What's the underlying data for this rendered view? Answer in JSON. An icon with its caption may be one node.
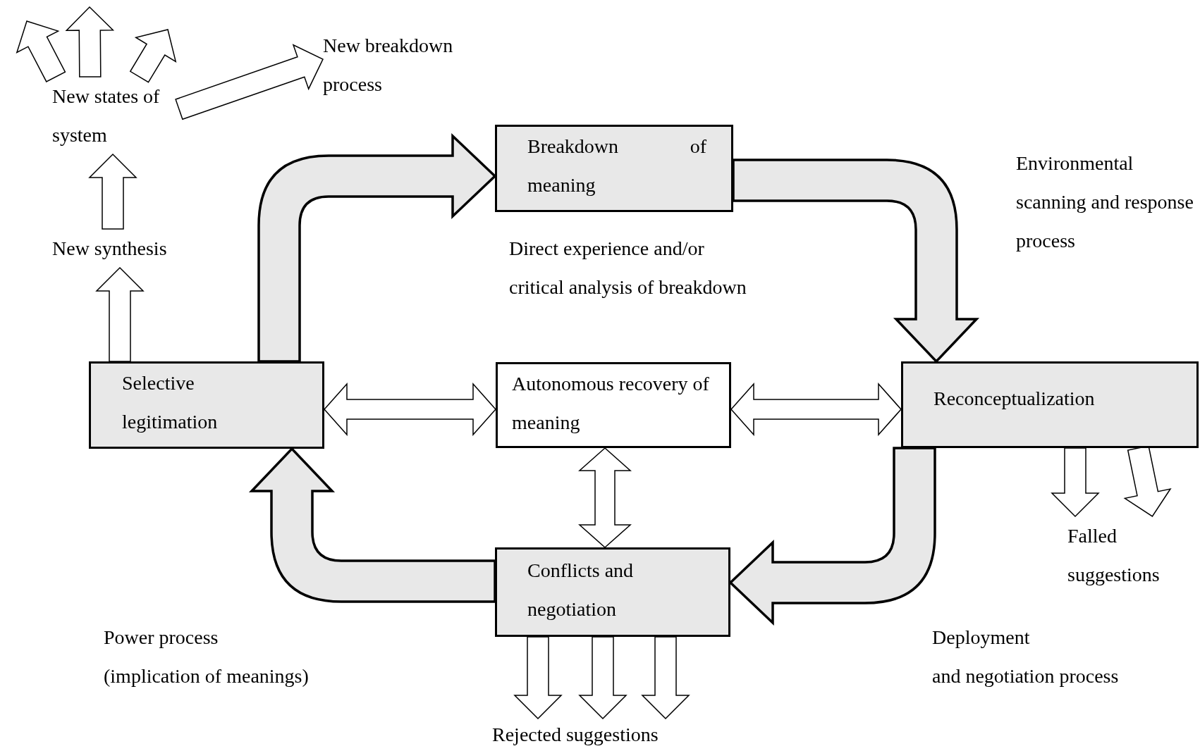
{
  "diagram": {
    "nodes": [
      {
        "text": [
          "New states of system"
        ]
      },
      {
        "text": [
          "New breakdown process"
        ]
      },
      {
        "text": [
          "Breakdown of meaning"
        ]
      },
      {
        "text": [
          "New synthesis"
        ]
      },
      {
        "text": [
          "Selective legitimation"
        ]
      },
      {
        "text": [
          "Autonomous recovery of meaning"
        ]
      },
      {
        "text": [
          "Reconceptualization"
        ]
      },
      {
        "text": [
          "Falled suggestions"
        ]
      },
      {
        "text": [
          "Conflicts and negotiation"
        ]
      },
      {
        "text": [
          "Rejected suggestions"
        ]
      }
    ],
    "edges": [
      {
        "from": 4,
        "to": 2,
        "arrow": "to",
        "style": "thick"
      },
      {
        "from": 2,
        "to": 6,
        "arrow": "to",
        "style": "thick"
      },
      {
        "from": 6,
        "to": 8,
        "arrow": "to",
        "style": "thick"
      },
      {
        "from": 8,
        "to": 4,
        "arrow": "to",
        "style": "thick"
      },
      {
        "from": 4,
        "to": 5,
        "arrow": "both"
      },
      {
        "from": 5,
        "to": 6,
        "arrow": "both"
      },
      {
        "from": 5,
        "to": 8,
        "arrow": "both"
      },
      {
        "from": 4,
        "to": 3,
        "arrow": "to"
      },
      {
        "from": 3,
        "to": 0,
        "arrow": "to"
      },
      {
        "from": 0,
        "to": 1,
        "arrow": "to"
      },
      {
        "from": 0,
        "to": null,
        "arrow": "to"
      },
      {
        "from": 0,
        "to": null,
        "arrow": "to"
      },
      {
        "from": 0,
        "to": null,
        "arrow": "to"
      },
      {
        "from": 8,
        "to": 9,
        "arrow": "to"
      },
      {
        "from": 8,
        "to": 9,
        "arrow": "to"
      },
      {
        "from": 8,
        "to": 9,
        "arrow": "to"
      },
      {
        "from": 6,
        "to": 7,
        "arrow": "to"
      },
      {
        "from": 6,
        "to": 7,
        "arrow": "to"
      }
    ],
    "labels": [
      "Environmental scanning and response process",
      "Direct experience and/or critical analysis of breakdown",
      "Power process",
      "(implication of meanings)",
      "Deployment",
      "and negotiation process"
    ]
  }
}
